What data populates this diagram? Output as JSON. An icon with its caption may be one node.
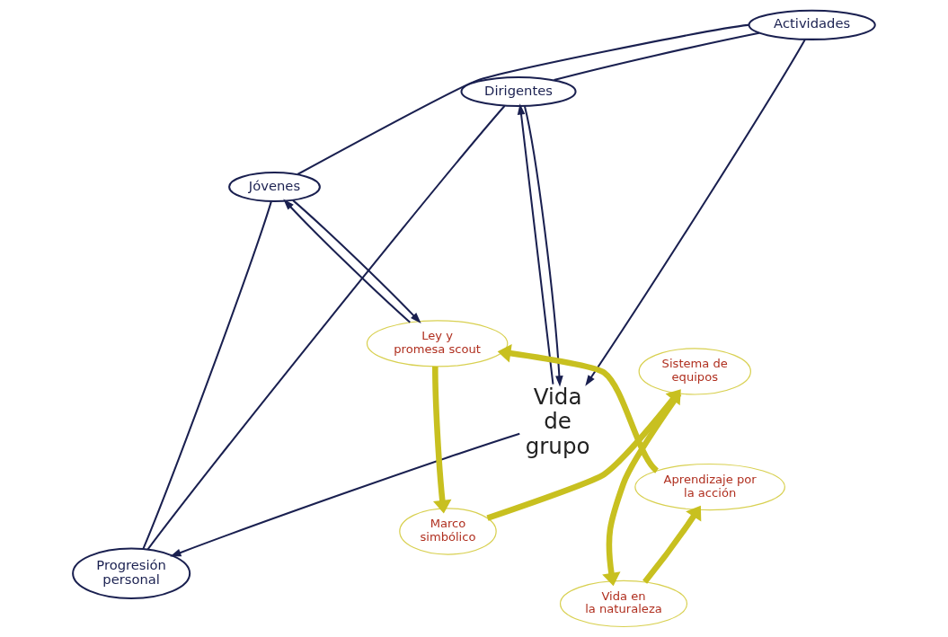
{
  "diagram": {
    "nodes": [
      {
        "text": [
          "Jóvenes"
        ]
      },
      {
        "text": [
          "Actividades"
        ]
      },
      {
        "text": [
          "Progresión personal"
        ]
      },
      {
        "text": [
          "Dirigentes"
        ]
      },
      {
        "text": [
          "Vida de grupo"
        ]
      },
      {
        "text": [
          "Ley y promesa scout"
        ]
      },
      {
        "text": [
          "Marco simbólico"
        ]
      },
      {
        "text": [
          "Sistema de equipos"
        ]
      },
      {
        "text": [
          "Vida en la naturaleza"
        ]
      },
      {
        "text": [
          "Aprendizaje por la acción"
        ]
      }
    ],
    "edges": [
      {
        "from": 0,
        "to": 2,
        "arrow": "none"
      },
      {
        "from": 2,
        "to": 3,
        "arrow": "none"
      },
      {
        "from": 3,
        "to": 1,
        "arrow": "none"
      },
      {
        "from": 1,
        "to": 0,
        "arrow": "none"
      },
      {
        "from": 0,
        "to": 5,
        "arrow": "to"
      },
      {
        "from": 5,
        "to": 0,
        "arrow": "to"
      },
      {
        "from": 1,
        "to": 4,
        "arrow": "to"
      },
      {
        "from": 4,
        "to": 2,
        "arrow": "to"
      },
      {
        "from": 3,
        "to": 4,
        "arrow": "to"
      },
      {
        "from": 4,
        "to": 3,
        "arrow": "to"
      },
      {
        "from": 5,
        "to": 6,
        "arrow": "to",
        "style": "thick",
        "color": "#c8c020"
      },
      {
        "from": 6,
        "to": 7,
        "arrow": "to",
        "style": "thick",
        "color": "#c8c020"
      },
      {
        "from": 7,
        "to": 8,
        "arrow": "to",
        "style": "thick",
        "color": "#c8c020"
      },
      {
        "from": 8,
        "to": 9,
        "arrow": "to",
        "style": "thick",
        "color": "#c8c020"
      },
      {
        "from": 9,
        "to": 5,
        "arrow": "to",
        "style": "thick",
        "color": "#c8c020"
      }
    ]
  }
}
